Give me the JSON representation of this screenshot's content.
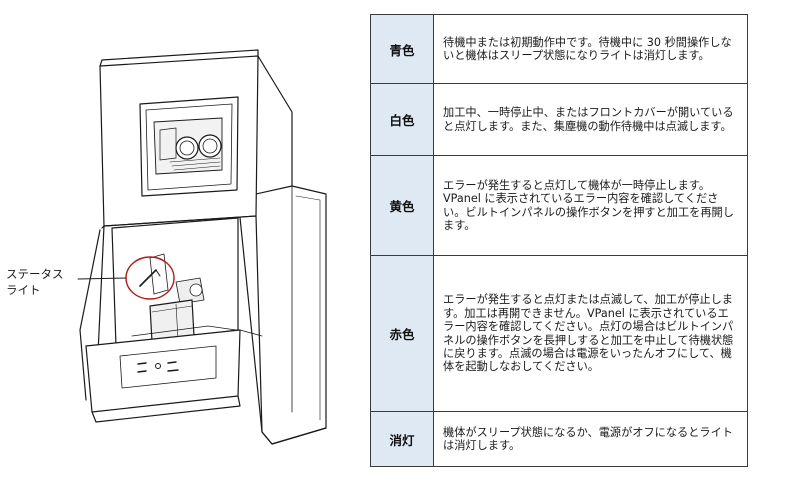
{
  "callout": {
    "line1": "ステータス",
    "line2": "ライト"
  },
  "table": {
    "rows": [
      {
        "name": "青色",
        "text": "待機中または初期動作中です。待機中に 30 秒間操作しないと機体はスリープ状態になりライトは消灯します。"
      },
      {
        "name": "白色",
        "text": "加工中、一時停止中、またはフロントカバーが開いていると点灯します。また、集塵機の動作待機中は点滅します。"
      },
      {
        "name": "黄色",
        "text": "エラーが発生すると点灯して機体が一時停止します。VPanel に表示されているエラー内容を確認してください。ビルトインパネルの操作ボタンを押すと加工を再開します。"
      },
      {
        "name": "赤色",
        "text": "エラーが発生すると点灯または点滅して、加工が停止します。加工は再開できません。VPanel に表示されているエラー内容を確認してください。点灯の場合はビルトインパネルの操作ボタンを長押しすると加工を中止して待機状態に戻ります。点滅の場合は電源をいったんオフにして、機体を起動しなおしてください。"
      },
      {
        "name": "消灯",
        "text": "機体がスリープ状態になるか、電源がオフになるとライトは消灯します。"
      }
    ]
  }
}
